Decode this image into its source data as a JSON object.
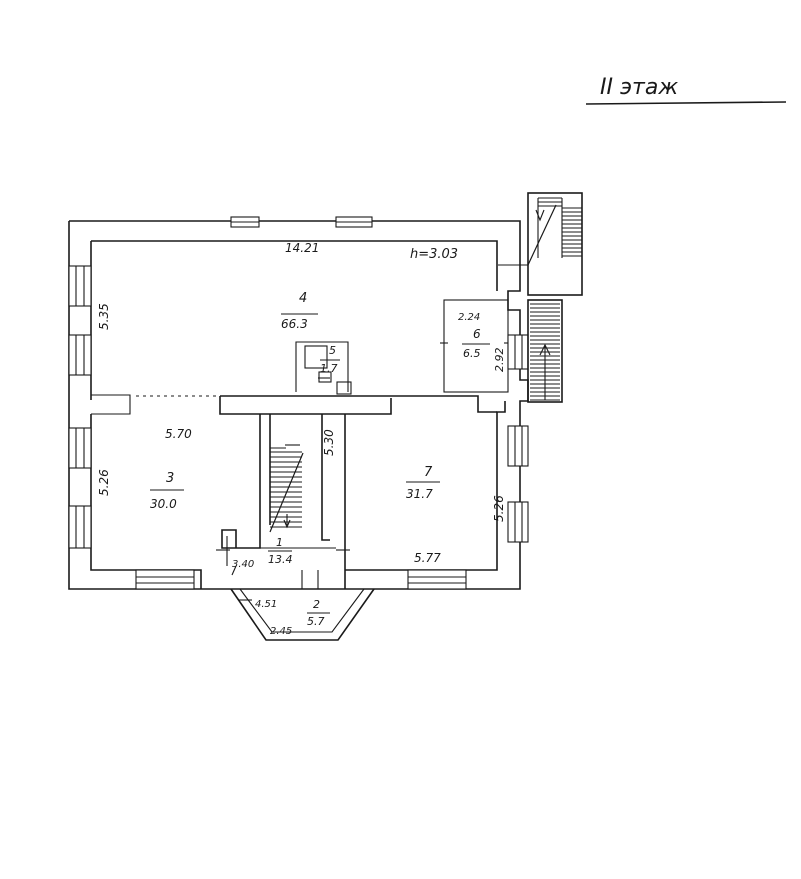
{
  "floor_title": "II этаж",
  "height_label": "h=3.03",
  "rooms": [
    {
      "number": "4",
      "area": "66.3"
    },
    {
      "number": "5",
      "area": "1.7"
    },
    {
      "number": "6",
      "area": "6.5"
    },
    {
      "number": "3",
      "area": "30.0"
    },
    {
      "number": "7",
      "area": "31.7"
    },
    {
      "number": "1",
      "area": "13.4"
    },
    {
      "number": "2",
      "area": "5.7"
    }
  ],
  "dimensions": {
    "top_width": "14.21",
    "left_upper": "5.35",
    "room6_width": "2.24",
    "room6_depth": "2.92",
    "room3_width": "5.70",
    "left_lower": "5.26",
    "stair_depth": "5.30",
    "right_lower": "5.26",
    "bottom_right": "5.77",
    "stair_width": "3.40",
    "bay_width": "4.51",
    "bay_front": "2.45"
  }
}
